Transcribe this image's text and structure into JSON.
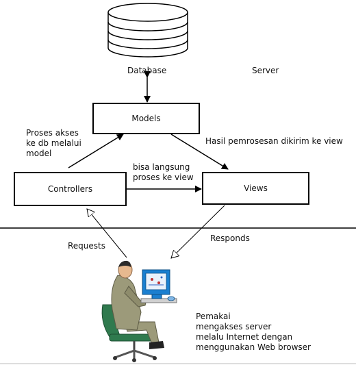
{
  "labels": {
    "database": "Database",
    "server": "Server",
    "models": "Models",
    "controllers": "Controllers",
    "views": "Views",
    "proses_akses": "Proses akses\nke db melalui\nmodel",
    "hasil": "Hasil pemrosesan dikirim ke view",
    "langsung": "bisa langsung\nproses ke view",
    "requests": "Requests",
    "responds": "Responds",
    "pemakai": "Pemakai\nmengakses server\nmelalu Internet dengan\nmenggunakan Web browser"
  },
  "colors": {
    "line": "#000000",
    "suit": "#9c9a7a",
    "chair": "#2f7a4e",
    "monitor": "#1a7fd0",
    "skin": "#e7b98f"
  },
  "icons": [
    "database-icon",
    "user-at-computer-icon"
  ]
}
